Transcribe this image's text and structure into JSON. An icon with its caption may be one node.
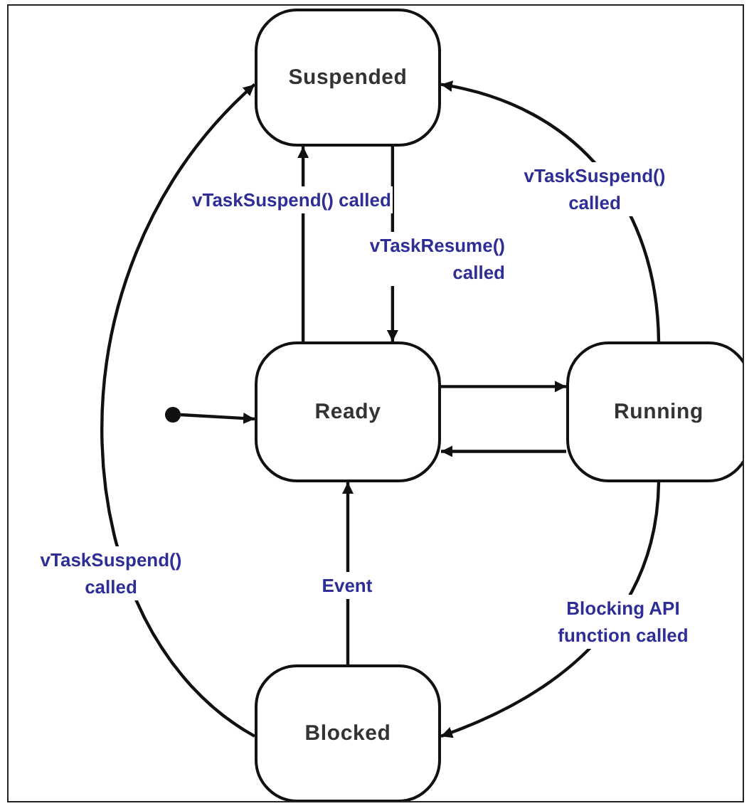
{
  "diagram": {
    "nodes": [
      {
        "text": [
          "Suspended"
        ]
      },
      {
        "text": [
          "Ready"
        ]
      },
      {
        "text": [
          "Running"
        ]
      },
      {
        "text": [
          "Blocked"
        ]
      },
      {
        "text": [],
        "shape": "circle"
      }
    ],
    "edges": [
      {
        "from": 4,
        "to": 1,
        "arrow": "to"
      },
      {
        "from": 1,
        "to": 0,
        "arrow": "to",
        "label": "vTaskSuspend() called"
      },
      {
        "from": 0,
        "to": 1,
        "arrow": "to",
        "label": "vTaskResume() called"
      },
      {
        "from": 1,
        "to": 2,
        "arrow": "to"
      },
      {
        "from": 2,
        "to": 1,
        "arrow": "to"
      },
      {
        "from": 2,
        "to": 0,
        "arrow": "to",
        "label": "vTaskSuspend() called"
      },
      {
        "from": 2,
        "to": 3,
        "arrow": "to",
        "label": "Blocking API function called"
      },
      {
        "from": 3,
        "to": 1,
        "arrow": "to",
        "label": "Event"
      },
      {
        "from": 3,
        "to": 0,
        "arrow": "to",
        "label": "vTaskSuspend() called"
      }
    ]
  }
}
